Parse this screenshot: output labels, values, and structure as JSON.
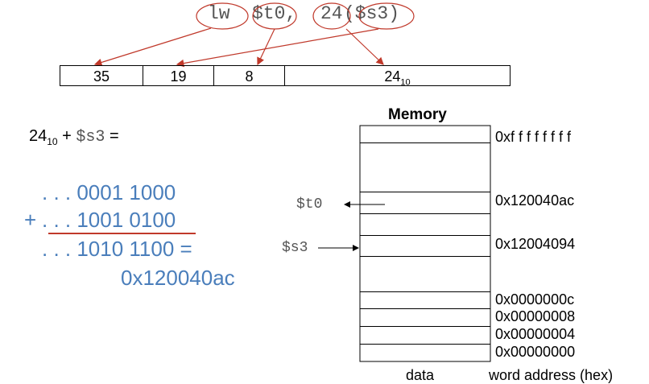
{
  "instruction": {
    "parts": [
      "lw",
      "$t0,",
      "24",
      "($s3)"
    ]
  },
  "fields": [
    {
      "value": "35"
    },
    {
      "value": "19"
    },
    {
      "value": "8"
    },
    {
      "value": "24",
      "sub": "10"
    }
  ],
  "calc": {
    "lhs_num": "24",
    "lhs_sub": "10",
    "lhs_rest": " + ",
    "lhs_reg": "$s3",
    "lhs_eq": " =",
    "line1": ". . . 0001 1000",
    "plus": "+",
    "line2": ". . . 1001 0100",
    "line3": ". . . 1010 1100 =",
    "result": "0x120040ac"
  },
  "memory": {
    "title": "Memory",
    "addresses": [
      "0xf f f f f f f f",
      "0x120040ac",
      "0x12004094",
      "0x0000000c",
      "0x00000008",
      "0x00000004",
      "0x00000000"
    ],
    "pointers": {
      "t0": "$t0",
      "s3": "$s3"
    },
    "col_data": "data",
    "col_addr": "word address (hex)"
  },
  "colors": {
    "arrow": "#c0392b",
    "blue_text": "#4a7ebb",
    "underline": "#c0392b"
  }
}
